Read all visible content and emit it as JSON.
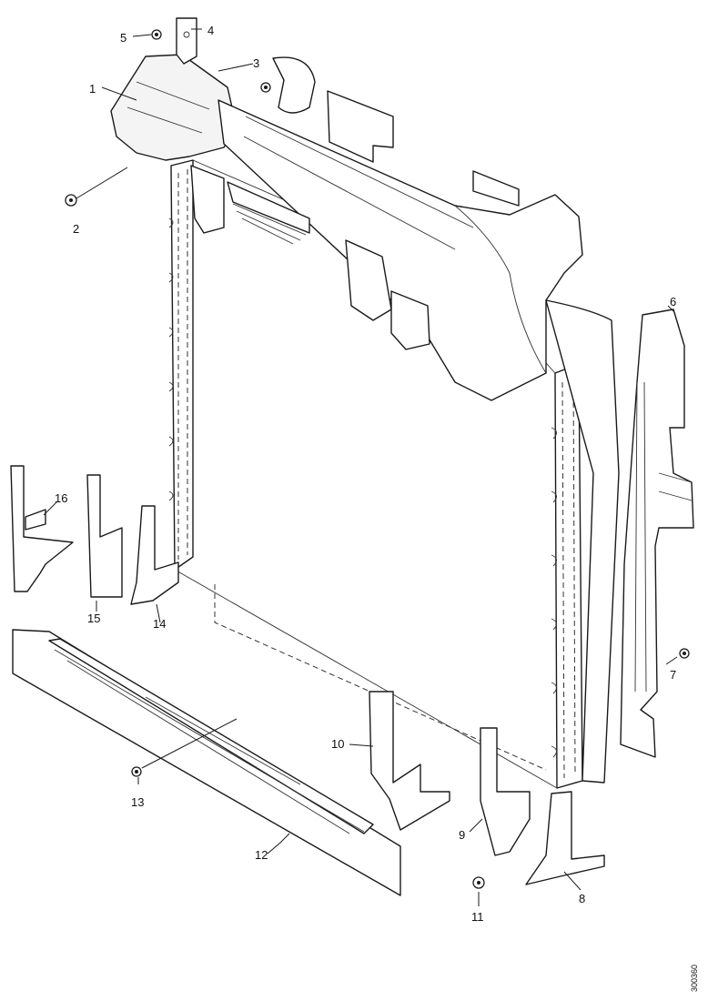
{
  "figure_code": "300360",
  "callouts": [
    {
      "label": "1"
    },
    {
      "label": "2"
    },
    {
      "label": "3"
    },
    {
      "label": "4"
    },
    {
      "label": "5"
    },
    {
      "label": "6"
    },
    {
      "label": "7"
    },
    {
      "label": "8"
    },
    {
      "label": "9"
    },
    {
      "label": "10"
    },
    {
      "label": "11"
    },
    {
      "label": "12"
    },
    {
      "label": "13"
    },
    {
      "label": "14"
    },
    {
      "label": "15"
    },
    {
      "label": "16"
    }
  ]
}
